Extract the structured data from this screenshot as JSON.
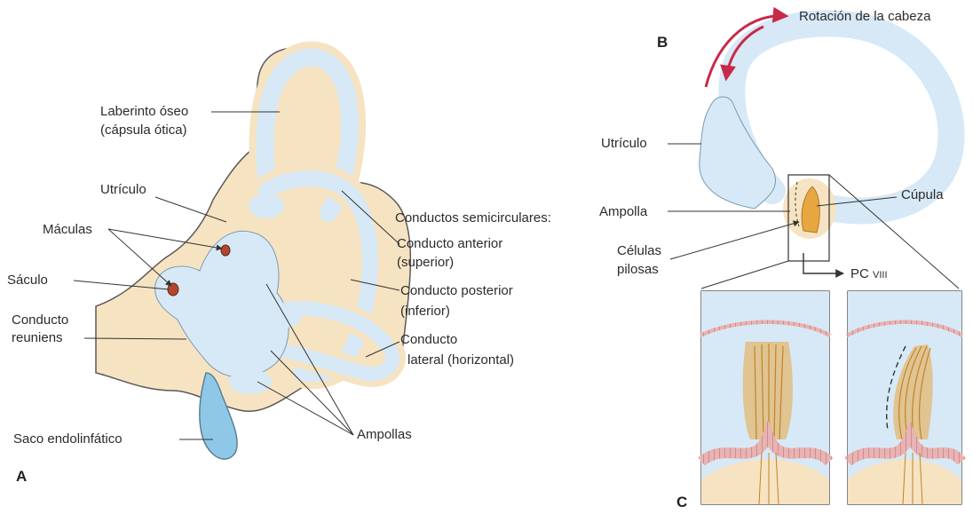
{
  "panels": {
    "a": "A",
    "b": "B",
    "c": "C"
  },
  "colors": {
    "bony": "#f6e3c2",
    "membrane": "#d7e9f6",
    "outline": "#5a5a5a",
    "endolymph_sac": "#8ec8e6",
    "macula": "#b5452e",
    "arrow": "#c8294a",
    "hair_cells": "#e8a640",
    "epithelium": "#e6a6a6"
  },
  "labels": {
    "laberinto_line1": "Laberinto óseo",
    "laberinto_line2": "(cápsula ótica)",
    "utriculo_a": "Utrículo",
    "maculas": "Máculas",
    "saculo": "Sáculo",
    "conducto_reuniens_line1": "Conducto",
    "conducto_reuniens_line2": "reuniens",
    "saco_endolinfatico": "Saco endolinfático",
    "conductos_semicirculares": "Conductos semicirculares:",
    "conducto_anterior_line1": "Conducto anterior",
    "conducto_anterior_line2": "(superior)",
    "conducto_posterior_line1": "Conducto posterior",
    "conducto_posterior_line2": "(inferior)",
    "conducto_lateral_line1": "Conducto",
    "conducto_lateral_line2": "lateral (horizontal)",
    "ampollas": "Ampollas",
    "rotacion": "Rotación de la cabeza",
    "utriculo_b": "Utrículo",
    "ampolla": "Ampolla",
    "cupula": "Cúpula",
    "celulas_line1": "Células",
    "celulas_line2": "pilosas",
    "pc_main": "PC",
    "pc_sub": "VIII"
  }
}
